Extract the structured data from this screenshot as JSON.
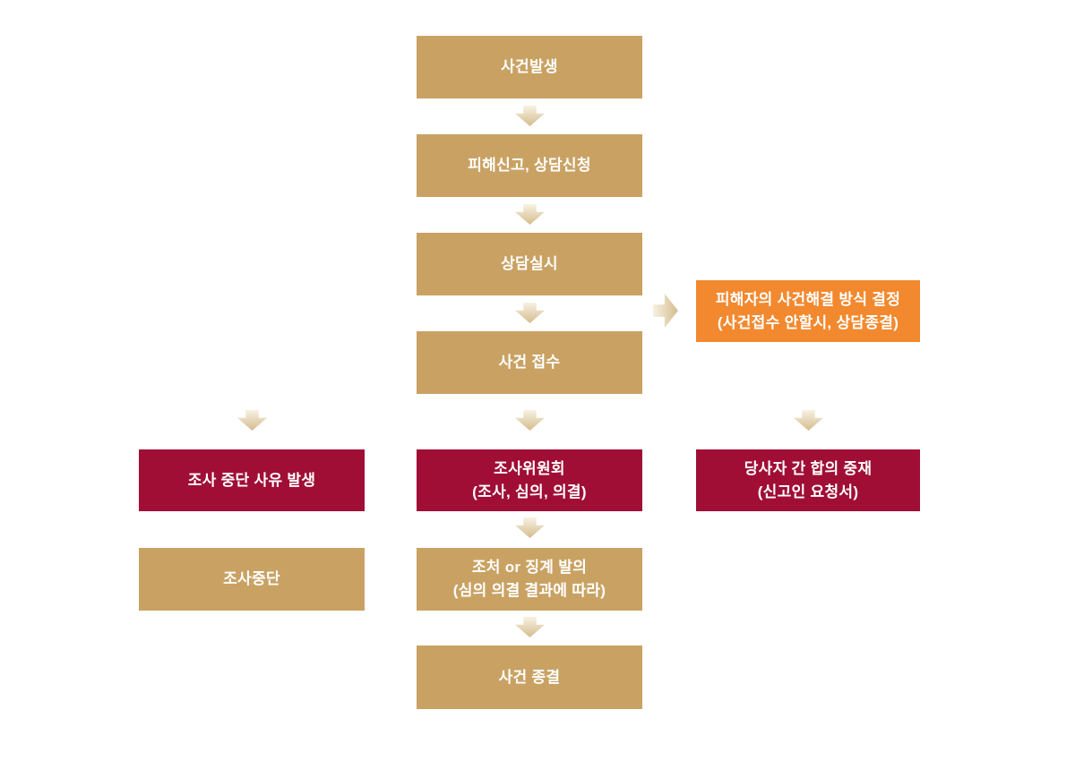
{
  "colors": {
    "box_tan": "#C9A263",
    "box_red": "#A00E35",
    "box_orange": "#F2892F",
    "arrow_light": "#F7F1E2",
    "arrow_dark": "#D5BC8E",
    "text": "#FFFFFF",
    "background": "#FFFFFF"
  },
  "boxes": {
    "incident": {
      "line1": "사건발생"
    },
    "report": {
      "line1": "피해신고, 상담신청"
    },
    "counsel": {
      "line1": "상담실시"
    },
    "intake": {
      "line1": "사건 접수"
    },
    "committee": {
      "line1": "조사위원회",
      "line2": "(조사, 심의, 의결)"
    },
    "action": {
      "line1": "조처 or 징계 발의",
      "line2": "(심의 의결 결과에 따라)"
    },
    "closure": {
      "line1": "사건 종결"
    },
    "halt_reason": {
      "line1": "조사 중단 사유 발생"
    },
    "halt": {
      "line1": "조사중단"
    },
    "victim_decision": {
      "line1": "피해자의 사건해결 방식 결정",
      "line2": "(사건접수 안할시, 상담종결)"
    },
    "mediation": {
      "line1": "당사자 간 합의 중재",
      "line2": "(신고인 요청서)"
    }
  }
}
